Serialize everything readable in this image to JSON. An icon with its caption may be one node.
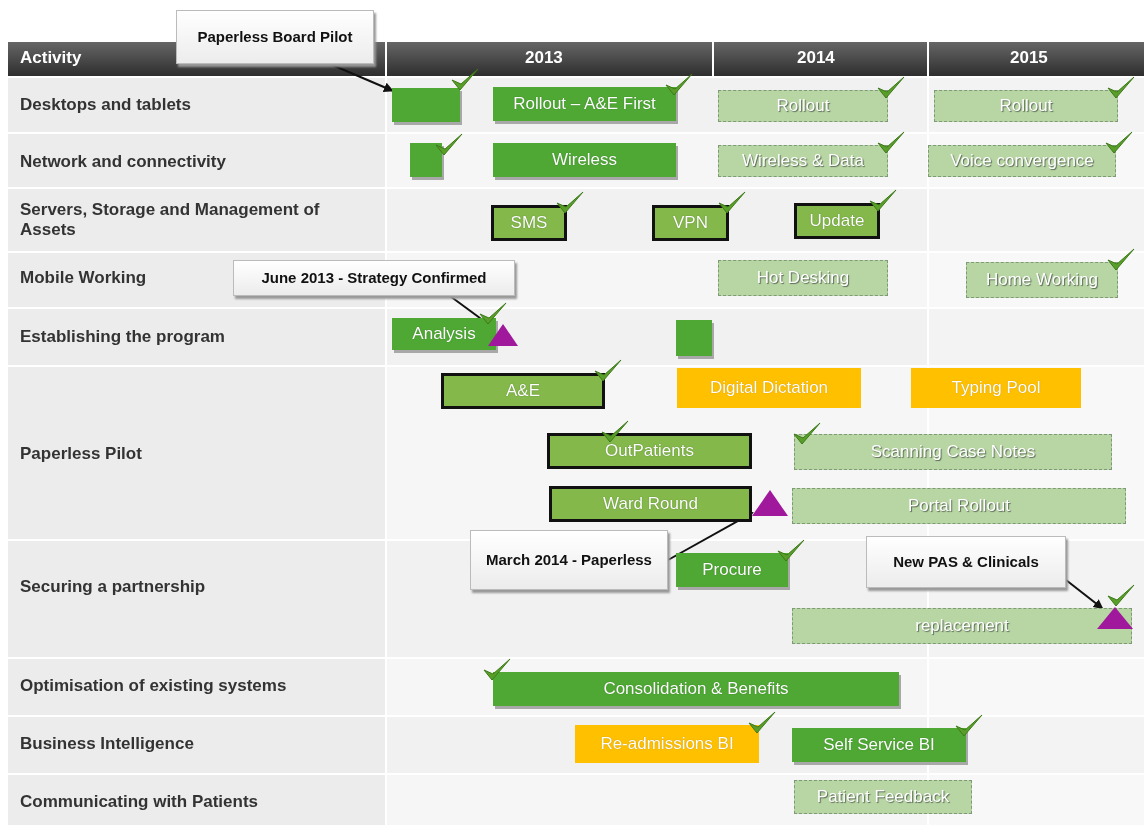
{
  "diagram": {
    "nodes": [
      {
        "text": [
          "Paperless Board Pilot"
        ]
      },
      {
        "text": [],
        "shape": "box"
      },
      {
        "text": [
          "Rollout – A&E First"
        ]
      },
      {
        "text": [
          "Rollout"
        ]
      },
      {
        "text": [
          "Rollout"
        ]
      },
      {
        "text": [],
        "shape": "box"
      },
      {
        "text": [
          "Wireless"
        ]
      },
      {
        "text": [
          "Wireless & Data"
        ]
      },
      {
        "text": [
          "Voice convergence"
        ]
      },
      {
        "text": [
          "SMS"
        ]
      },
      {
        "text": [
          "VPN"
        ]
      },
      {
        "text": [
          "Update"
        ]
      },
      {
        "text": [
          "Hot Desking"
        ]
      },
      {
        "text": [
          "Home Working"
        ]
      },
      {
        "text": [
          "June 2013 - Strategy Confirmed"
        ]
      },
      {
        "text": [
          "Analysis"
        ]
      },
      {
        "text": [],
        "shape": "triangle"
      },
      {
        "text": [],
        "shape": "box"
      },
      {
        "text": [
          "A&E"
        ]
      },
      {
        "text": [
          "Digital Dictation"
        ]
      },
      {
        "text": [
          "Typing Pool"
        ]
      },
      {
        "text": [
          "OutPatients"
        ]
      },
      {
        "text": [
          "Scanning Case Notes"
        ]
      },
      {
        "text": [
          "Ward Round"
        ]
      },
      {
        "text": [],
        "shape": "triangle"
      },
      {
        "text": [
          "Portal Rollout"
        ]
      },
      {
        "text": [
          "March 2014 - Paperless"
        ]
      },
      {
        "text": [
          "Procure"
        ]
      },
      {
        "text": [
          "New PAS & Clinicals"
        ]
      },
      {
        "text": [
          "replacement"
        ]
      },
      {
        "text": [],
        "shape": "triangle",
        "in": 29
      },
      {
        "text": [
          "Consolidation & Benefits"
        ]
      },
      {
        "text": [
          "Re-admissions BI"
        ]
      },
      {
        "text": [
          "Self Service BI"
        ]
      },
      {
        "text": [
          "Patient Feedback"
        ]
      }
    ],
    "edges": [
      {
        "from": 0,
        "to": 1,
        "arrow": "to"
      },
      {
        "from": 14,
        "to": 16,
        "arrow": "none"
      },
      {
        "from": 26,
        "to": 24,
        "arrow": "to"
      },
      {
        "from": 28,
        "to": 30,
        "arrow": "to"
      }
    ],
    "labels": [
      "Activity",
      "2013",
      "2014",
      "2015",
      "Desktops and tablets",
      "Network and connectivity",
      "Servers, Storage and Management of Assets",
      "Mobile Working",
      "Establishing the program",
      "Paperless Pilot",
      "Securing a partnership",
      "Optimisation of existing systems",
      "Business Intelligence",
      "Communicating with Patients"
    ]
  }
}
